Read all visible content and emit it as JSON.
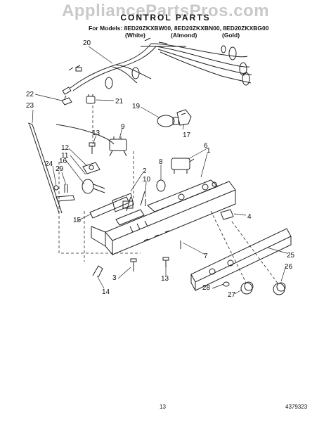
{
  "watermark": "AppliancePartsPros.com",
  "title": "CONTROL PARTS",
  "models_line": "For Models: 8ED20ZKXBW00, 8ED20ZKXBN00, 8ED20ZKXBG00",
  "variants": [
    "(White)",
    "(Almond)",
    "(Gold)"
  ],
  "part_numbers": [
    "20",
    "22",
    "21",
    "23",
    "19",
    "17",
    "13",
    "9",
    "12",
    "11",
    "16",
    "24",
    "29",
    "6",
    "1",
    "8",
    "2",
    "10",
    "4",
    "15",
    "7",
    "25",
    "3",
    "13",
    "26",
    "28",
    "27",
    "14"
  ],
  "footer": {
    "page": "13",
    "doc_number": "4379323"
  }
}
